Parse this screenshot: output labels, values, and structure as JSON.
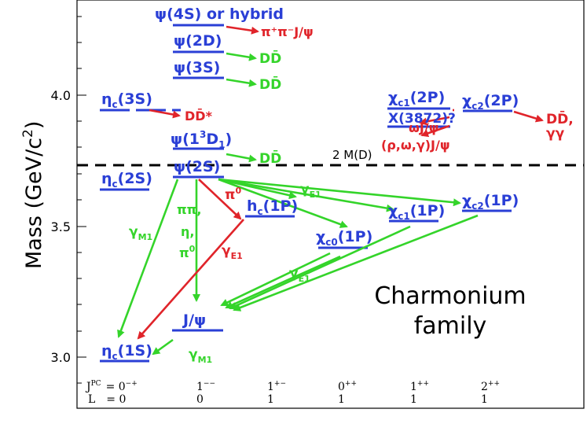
{
  "axis": {
    "ylabel_main": "Mass (GeV/c",
    "ylabel_sup": "2",
    "ylabel_close": ")",
    "ticks": [
      "4.0",
      "3.5",
      "3.0"
    ]
  },
  "threshold_label": "2 M(D)",
  "title_line1": "Charmonium",
  "title_line2": "family",
  "states": {
    "psi4s": "ψ(4S) or hybrid",
    "psi2d": "ψ(2D)",
    "psi3s": "ψ(3S)",
    "etac3s_a": "η",
    "etac3s_sub": "c",
    "etac3s_b": "(3S)",
    "psi13d1_a": "ψ(1",
    "psi13d1_sup": "3",
    "psi13d1_b": "D",
    "psi13d1_sub": "1",
    "psi13d1_c": ")",
    "psi2s": "ψ(2S)",
    "etac2s_a": "η",
    "etac2s_sub": "c",
    "etac2s_b": "(2S)",
    "hc1p_a": "h",
    "hc1p_sub": "c",
    "hc1p_b": "(1P)",
    "chic01p_a": "χ",
    "chic01p_sub": "c0",
    "chic01p_b": "(1P)",
    "chic11p_a": "χ",
    "chic11p_sub": "c1",
    "chic11p_b": "(1P)",
    "chic21p_a": "χ",
    "chic21p_sub": "c2",
    "chic21p_b": "(1P)",
    "chic12p_a": "χ",
    "chic12p_sub": "c1",
    "chic12p_b": "(2P)",
    "x3872": "X(3872)?",
    "chic22p_a": "χ",
    "chic22p_sub": "c2",
    "chic22p_b": "(2P)",
    "jpsi": "J/ψ",
    "etac1s_a": "η",
    "etac1s_sub": "c",
    "etac1s_b": "(1S)"
  },
  "decays": {
    "pipi_jpsi": "π⁺π⁻J/ψ",
    "dd1": "DD̄",
    "dd2": "DD̄",
    "dd3": "DD̄",
    "ddstar": "DD̄*",
    "omega_jpsi": "ωJ/ψ",
    "rho_omega": "(ρ,ω,γ)J/ψ",
    "dd_gg_1": "DD̄,",
    "dd_gg_2": "γγ",
    "pi0": "π",
    "pi0_sup": "0",
    "gamma_e1_a": "γ",
    "gamma_e1_sub": "E1",
    "gamma_e1_b": "γ",
    "gamma_e1_b_sub": "E1",
    "gamma_e1_c": "γ",
    "gamma_e1_c_sub": "E1",
    "gamma_m1_a": "γ",
    "gamma_m1_a_sub": "M1",
    "gamma_m1_b": "γ",
    "gamma_m1_b_sub": "M1",
    "pipi": "ππ,",
    "eta": "η,",
    "pi0b": "π",
    "pi0b_sup": "0"
  },
  "jpc": {
    "row1_label": "J",
    "row1_sup": "PC",
    "row1_eq": "= 0",
    "row1_eq_sup": "−+",
    "cols": [
      {
        "a": "1",
        "s": "−−"
      },
      {
        "a": "1",
        "s": "+−"
      },
      {
        "a": "0",
        "s": "++"
      },
      {
        "a": "1",
        "s": "++"
      },
      {
        "a": "2",
        "s": "++"
      }
    ],
    "row2_label": "L",
    "row2_eq": "= 0",
    "row2_vals": [
      "0",
      "1",
      "1",
      "1",
      "1"
    ]
  },
  "colors": {
    "state": "#2a3fd6",
    "transition_green": "#34d42a",
    "transition_red": "#e0242a"
  }
}
